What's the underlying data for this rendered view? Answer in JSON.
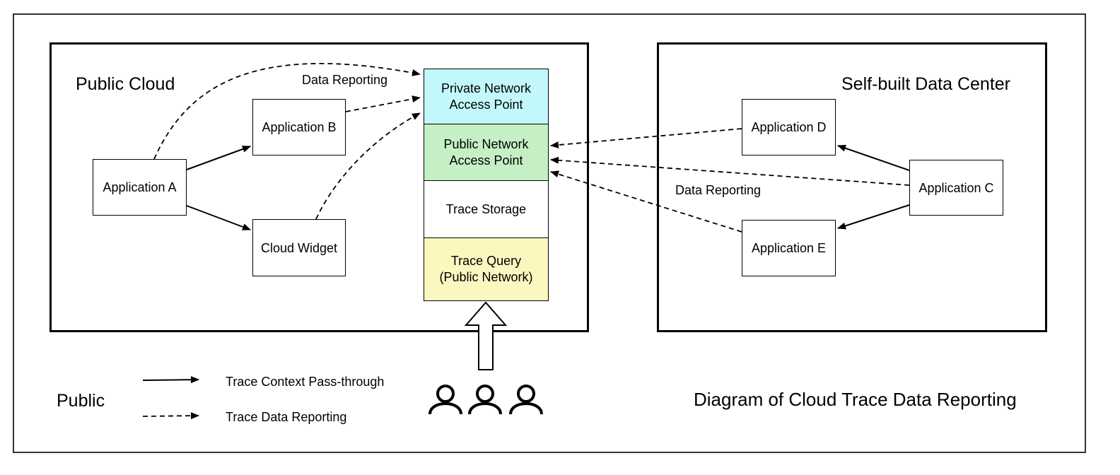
{
  "regions": {
    "public_cloud": "Public Cloud",
    "data_center": "Self-built Data Center"
  },
  "apps": {
    "a": "Application A",
    "b": "Application B",
    "cloud_widget": "Cloud Widget",
    "c": "Application C",
    "d": "Application D",
    "e": "Application E"
  },
  "stack": {
    "private_line1": "Private Network",
    "private_line2": "Access Point",
    "public_line1": "Public Network",
    "public_line2": "Access Point",
    "storage": "Trace Storage",
    "query_line1": "Trace Query",
    "query_line2": "(Public Network)"
  },
  "edge_labels": {
    "left": "Data Reporting",
    "right": "Data Reporting"
  },
  "legend": {
    "heading": "Public",
    "solid": "Trace Context Pass-through",
    "dashed": "Trace Data Reporting"
  },
  "caption": "Diagram of Cloud Trace Data Reporting",
  "colors": {
    "private_access": "#c2f8fb",
    "public_access": "#c5f0c5",
    "trace_query": "#fbf7bf"
  }
}
